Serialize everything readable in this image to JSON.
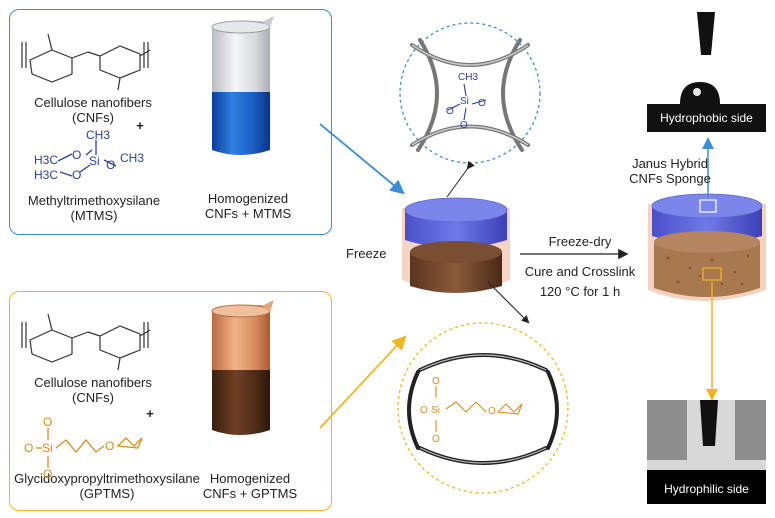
{
  "colors": {
    "blue_accent": "#3a8fd6",
    "orange_accent": "#f2b51f",
    "mtms_chem": "#2b3f9e",
    "gptms_chem": "#d98c1a"
  },
  "top_panel": {
    "cellulose_label_line1": "Cellulose nanofibers",
    "cellulose_label_line2": "(CNFs)",
    "plus": "+",
    "silane_label_line1": "Methyltrimethoxysilane",
    "silane_label_line2": "(MTMS)",
    "beaker_label_line1": "Homogenized",
    "beaker_label_line2": "CNFs + MTMS",
    "chem_atoms": {
      "h3c_1": "H3C",
      "ch3_top": "CH3",
      "si": "Si",
      "o_left": "O",
      "o_right": "O",
      "ch3_right": "CH3",
      "o_low": "O",
      "h3c_2": "H3C"
    }
  },
  "bottom_panel": {
    "cellulose_label_line1": "Cellulose nanofibers",
    "cellulose_label_line2": "(CNFs)",
    "plus": "+",
    "silane_label_line1": "Glycidoxypropyltrimethoxysilane",
    "silane_label_line2": "(GPTMS)",
    "beaker_label_line1": "Homogenized",
    "beaker_label_line2": "CNFs + GPTMS",
    "chem_atoms": {
      "o_top": "O",
      "o_left": "O",
      "si": "Si",
      "o_bottom": "O",
      "o_chain": "O"
    }
  },
  "middle": {
    "freeze_label": "Freeze",
    "freeze_dry_label": "Freeze-dry",
    "cure_label": "Cure and Crosslink",
    "temp_label": "120 °C for 1 h",
    "top_circle_atoms": {
      "ch3": "CH3",
      "si": "Si",
      "o1": "O",
      "o2": "O",
      "o3": "O"
    },
    "bottom_circle_atoms": {
      "o1": "O",
      "si": "Si",
      "o2": "O",
      "o3": "O",
      "o4": "O"
    }
  },
  "right": {
    "sponge_title_line1": "Janus Hybrid",
    "sponge_title_line2": "CNFs Sponge",
    "hydrophobic_label": "Hydrophobic side",
    "hydrophilic_label": "Hydrophilic side"
  }
}
